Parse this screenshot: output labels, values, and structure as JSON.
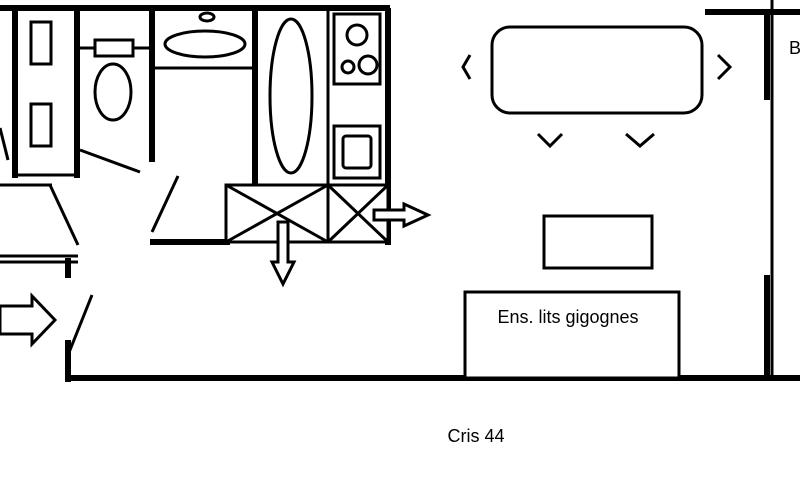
{
  "plan": {
    "room_label": "Ens. lits gigognes",
    "caption": "Cris 44",
    "edge_label": "B"
  },
  "colors": {
    "ink": "#000000",
    "background": "#ffffff"
  },
  "icons": [
    "entrance-arrow-icon",
    "ventilation-arrow-icon"
  ]
}
